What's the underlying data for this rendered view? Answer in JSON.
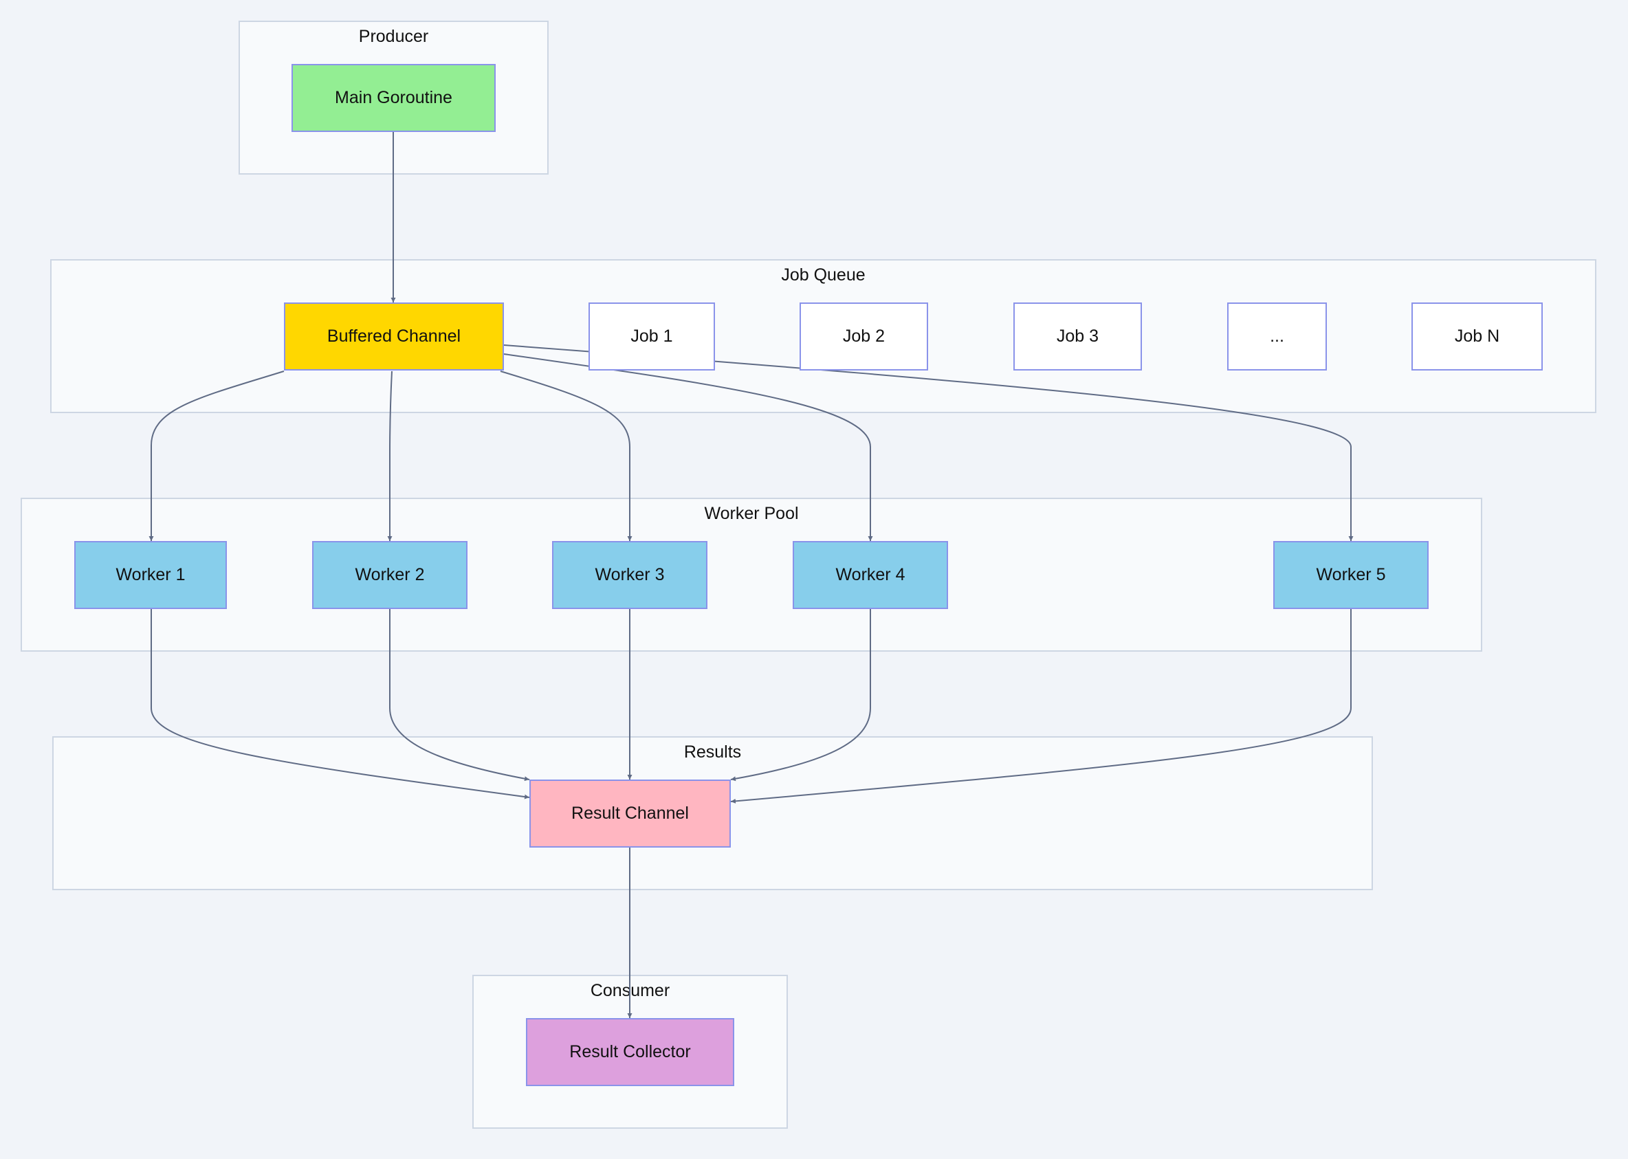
{
  "colors": {
    "producer": "#93ee93",
    "channel": "#ffd700",
    "job": "#ffffff",
    "worker": "#87ceeb",
    "result": "#ffb6c1",
    "collector": "#dda0dd",
    "edge": "#5f6b85",
    "cluster_border": "#cdd6e3",
    "cluster_fill": "#f8fafc"
  },
  "clusters": {
    "producer": "Producer",
    "job_queue": "Job Queue",
    "worker_pool": "Worker Pool",
    "results": "Results",
    "consumer": "Consumer"
  },
  "nodes": {
    "main_goroutine": "Main Goroutine",
    "buffered_channel": "Buffered Channel",
    "job1": "Job 1",
    "job2": "Job 2",
    "job3": "Job 3",
    "ellipsis": "...",
    "jobn": "Job N",
    "worker1": "Worker 1",
    "worker2": "Worker 2",
    "worker3": "Worker 3",
    "worker4": "Worker 4",
    "worker5": "Worker 5",
    "result_channel": "Result Channel",
    "result_collector": "Result Collector"
  },
  "edges": [
    {
      "from": "main_goroutine",
      "to": "buffered_channel"
    },
    {
      "from": "buffered_channel",
      "to": "worker1"
    },
    {
      "from": "buffered_channel",
      "to": "worker2"
    },
    {
      "from": "buffered_channel",
      "to": "worker3"
    },
    {
      "from": "buffered_channel",
      "to": "worker4"
    },
    {
      "from": "buffered_channel",
      "to": "worker5"
    },
    {
      "from": "worker1",
      "to": "result_channel"
    },
    {
      "from": "worker2",
      "to": "result_channel"
    },
    {
      "from": "worker3",
      "to": "result_channel"
    },
    {
      "from": "worker4",
      "to": "result_channel"
    },
    {
      "from": "worker5",
      "to": "result_channel"
    },
    {
      "from": "result_channel",
      "to": "result_collector"
    }
  ]
}
